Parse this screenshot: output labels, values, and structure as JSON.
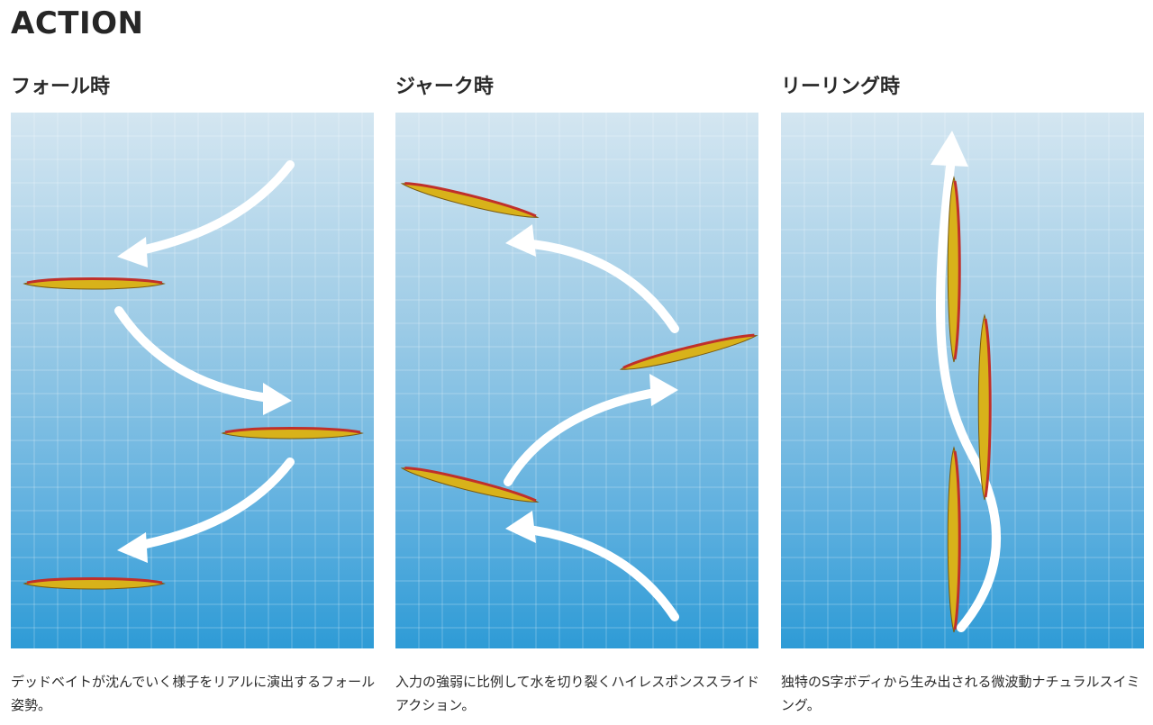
{
  "page": {
    "title": "ACTION"
  },
  "sections": [
    {
      "title": "フォール時",
      "caption": "デッドベイトが沈んでいく様子をリアルに演出するフォール姿勢。"
    },
    {
      "title": "ジャーク時",
      "caption": "入力の強弱に比例して水を切り裂くハイレスポンススライドアクション。"
    },
    {
      "title": "リーリング時",
      "caption": "独特のS字ボディから生み出される微波動ナチュラルスイミング。"
    }
  ],
  "colors": {
    "lure_body": "#d8b21a",
    "lure_back": "#c0302a",
    "arrow": "#ffffff",
    "grid": "#ffffff"
  }
}
